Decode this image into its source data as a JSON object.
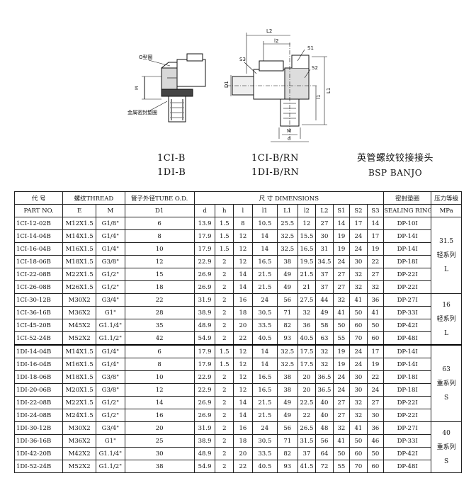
{
  "drawing": {
    "left_labels": {
      "oring": "O型圈",
      "seal": "金属密封垫圈",
      "m": "M"
    },
    "right_labels": {
      "L2": "L2",
      "l2": "l2",
      "S1": "S1",
      "S3": "S3",
      "S2": "S2",
      "D1": "D1",
      "L1": "L1",
      "l1": "l1",
      "M": "M",
      "d": "d"
    }
  },
  "captions": {
    "left": [
      "1CI-B",
      "1DI-B"
    ],
    "middle": [
      "1CI-B/RN",
      "1DI-B/RN"
    ],
    "right": [
      "英管螺纹铰接接头",
      "BSP BANJO"
    ]
  },
  "table": {
    "head1": {
      "code": "代   号",
      "thread": "螺纹THREAD",
      "tube": "管子外径TUBE O.D.",
      "dims": "尺   寸      DIMENSIONS",
      "seal": "密封垫圈",
      "pressure": "压力等级"
    },
    "head2": [
      "PART   NO.",
      "E",
      "M",
      "D1",
      "d",
      "h",
      "l",
      "l1",
      "L1",
      "l2",
      "L2",
      "S1",
      "S2",
      "S3",
      "SEALING RING",
      "MPa"
    ],
    "rows": [
      [
        "1CI-12-02B",
        "M12X1.5",
        "G1/8\"",
        "6",
        "13.9",
        "1.5",
        "8",
        "10.5",
        "25.5",
        "12",
        "27",
        "14",
        "17",
        "14",
        "DP-10I"
      ],
      [
        "1CI-14-04B",
        "M14X1.5",
        "G1/4\"",
        "8",
        "17.9",
        "1.5",
        "12",
        "14",
        "32.5",
        "15.5",
        "30",
        "19",
        "24",
        "17",
        "DP-14I"
      ],
      [
        "1CI-16-04B",
        "M16X1.5",
        "G1/4\"",
        "10",
        "17.9",
        "1.5",
        "12",
        "14",
        "32.5",
        "16.5",
        "31",
        "19",
        "24",
        "19",
        "DP-14I"
      ],
      [
        "1CI-18-06B",
        "M18X1.5",
        "G3/8\"",
        "12",
        "22.9",
        "2",
        "12",
        "16.5",
        "38",
        "19.5",
        "34.5",
        "24",
        "30",
        "22",
        "DP-18I"
      ],
      [
        "1CI-22-08B",
        "M22X1.5",
        "G1/2\"",
        "15",
        "26.9",
        "2",
        "14",
        "21.5",
        "49",
        "21.5",
        "37",
        "27",
        "32",
        "27",
        "DP-22I"
      ],
      [
        "1CI-26-08B",
        "M26X1.5",
        "G1/2\"",
        "18",
        "26.9",
        "2",
        "14",
        "21.5",
        "49",
        "21",
        "37",
        "27",
        "32",
        "32",
        "DP-22I"
      ],
      [
        "1CI-30-12B",
        "M30X2",
        "G3/4\"",
        "22",
        "31.9",
        "2",
        "16",
        "24",
        "56",
        "27.5",
        "44",
        "32",
        "41",
        "36",
        "DP-27I"
      ],
      [
        "1CI-36-16B",
        "M36X2",
        "G1\"",
        "28",
        "38.9",
        "2",
        "18",
        "30.5",
        "71",
        "32",
        "49",
        "41",
        "50",
        "41",
        "DP-33I"
      ],
      [
        "1CI-45-20B",
        "M45X2",
        "G1.1/4\"",
        "35",
        "48.9",
        "2",
        "20",
        "33.5",
        "82",
        "36",
        "58",
        "50",
        "60",
        "50",
        "DP-42I"
      ],
      [
        "1CI-52-24B",
        "M52X2",
        "G1.1/2\"",
        "42",
        "54.9",
        "2",
        "22",
        "40.5",
        "93",
        "40.5",
        "63",
        "55",
        "70",
        "60",
        "DP-48I"
      ],
      [
        "1DI-14-04B",
        "M14X1.5",
        "G1/4\"",
        "6",
        "17.9",
        "1.5",
        "12",
        "14",
        "32.5",
        "17.5",
        "32",
        "19",
        "24",
        "17",
        "DP-14I"
      ],
      [
        "1DI-16-04B",
        "M16X1.5",
        "G1/4\"",
        "8",
        "17.9",
        "1.5",
        "12",
        "14",
        "32.5",
        "17.5",
        "32",
        "19",
        "24",
        "19",
        "DP-14I"
      ],
      [
        "1DI-18-06B",
        "M18X1.5",
        "G3/8\"",
        "10",
        "22.9",
        "2",
        "12",
        "16.5",
        "38",
        "20",
        "36.5",
        "24",
        "30",
        "22",
        "DP-18I"
      ],
      [
        "1DI-20-06B",
        "M20X1.5",
        "G3/8\"",
        "12",
        "22.9",
        "2",
        "12",
        "16.5",
        "38",
        "20",
        "36.5",
        "24",
        "30",
        "24",
        "DP-18I"
      ],
      [
        "1DI-22-08B",
        "M22X1.5",
        "G1/2\"",
        "14",
        "26.9",
        "2",
        "14",
        "21.5",
        "49",
        "22.5",
        "40",
        "27",
        "32",
        "27",
        "DP-22I"
      ],
      [
        "1DI-24-08B",
        "M24X1.5",
        "G1/2\"",
        "16",
        "26.9",
        "2",
        "14",
        "21.5",
        "49",
        "22",
        "40",
        "27",
        "32",
        "30",
        "DP-22I"
      ],
      [
        "1DI-30-12B",
        "M30X2",
        "G3/4\"",
        "20",
        "31.9",
        "2",
        "16",
        "24",
        "56",
        "26.5",
        "48",
        "32",
        "41",
        "36",
        "DP-27I"
      ],
      [
        "1DI-36-16B",
        "M36X2",
        "G1\"",
        "25",
        "38.9",
        "2",
        "18",
        "30.5",
        "71",
        "31.5",
        "56",
        "41",
        "50",
        "46",
        "DP-33I"
      ],
      [
        "1DI-42-20B",
        "M42X2",
        "G1.1/4\"",
        "30",
        "48.9",
        "2",
        "20",
        "33.5",
        "82",
        "37",
        "64",
        "50",
        "60",
        "50",
        "DP-42I"
      ],
      [
        "1DI-52-24B",
        "M52X2",
        "G1.1/2\"",
        "38",
        "54.9",
        "2",
        "22",
        "40.5",
        "93",
        "41.5",
        "72",
        "55",
        "70",
        "60",
        "DP-48I"
      ]
    ],
    "pressure_groups": [
      [
        "31.5",
        "轻系列",
        "L"
      ],
      [
        "16",
        "轻系列",
        "L"
      ],
      [
        "63",
        "重系列",
        "S"
      ],
      [
        "40",
        "重系列",
        "S"
      ]
    ]
  }
}
